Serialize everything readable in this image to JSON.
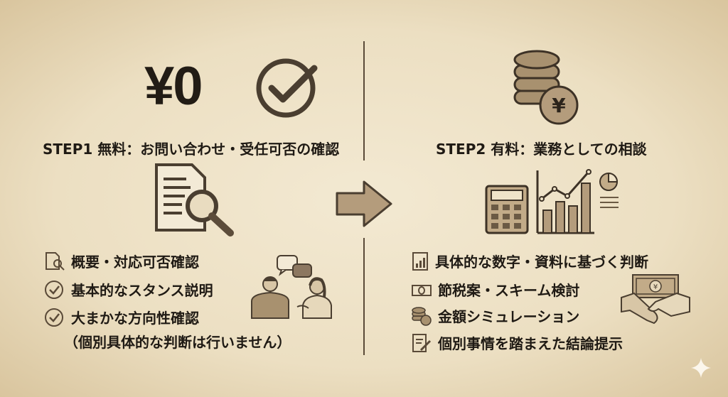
{
  "step1": {
    "price": "¥0",
    "heading": "STEP1 無料：お問い合わせ・受任可否の確認",
    "items": [
      "概要・対応可否確認",
      "基本的なスタンス説明",
      "大まかな方向性確認"
    ],
    "note": "（個別具体的な判断は行いません）"
  },
  "step2": {
    "heading": "STEP2 有料：業務としての相談",
    "coin_symbol": "¥",
    "items": [
      "具体的な数字・資料に基づく判断",
      "節税案・スキーム検討",
      "金額シミュレーション",
      "個別事情を踏まえた結論提示"
    ]
  },
  "colors": {
    "text": "#1f1a14",
    "icon": "#6b5a44",
    "background": "#efe3c8"
  }
}
